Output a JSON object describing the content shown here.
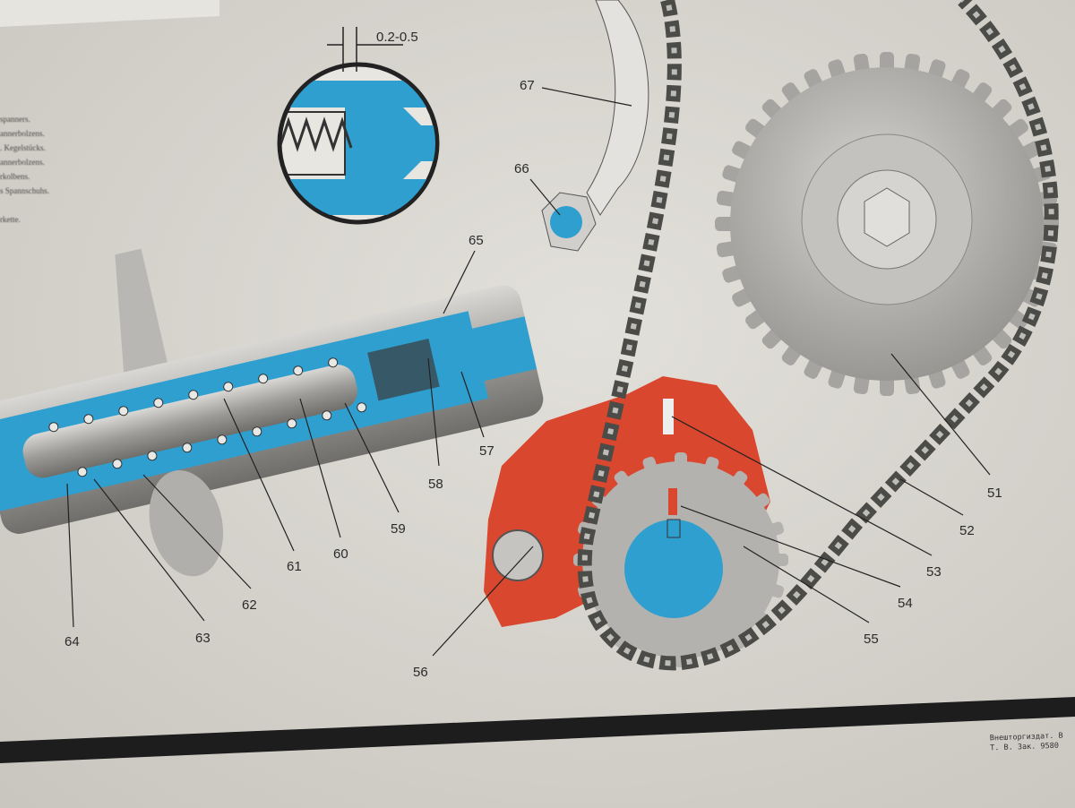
{
  "dimension_label": "0.2-0.5",
  "legend_lines": [
    "spanners.",
    "annerbolzens.",
    ". Kegelstücks.",
    "annerbolzens.",
    "rkolbens.",
    "s Spannschuhs.",
    "rkette."
  ],
  "callouts": {
    "c51": "51",
    "c52": "52",
    "c53": "53",
    "c54": "54",
    "c55": "55",
    "c56": "56",
    "c57": "57",
    "c58": "58",
    "c59": "59",
    "c60": "60",
    "c61": "61",
    "c62": "62",
    "c63": "63",
    "c64": "64",
    "c65": "65",
    "c66": "66",
    "c67": "67"
  },
  "imprint": {
    "line1": "Внешторгиздат. В",
    "line2": "Т. В. Зак. 9580"
  },
  "colors": {
    "blue": "#2f9fd0",
    "red": "#d9472e",
    "metal": "#a9a8a4",
    "paper": "#d8d5ce"
  }
}
